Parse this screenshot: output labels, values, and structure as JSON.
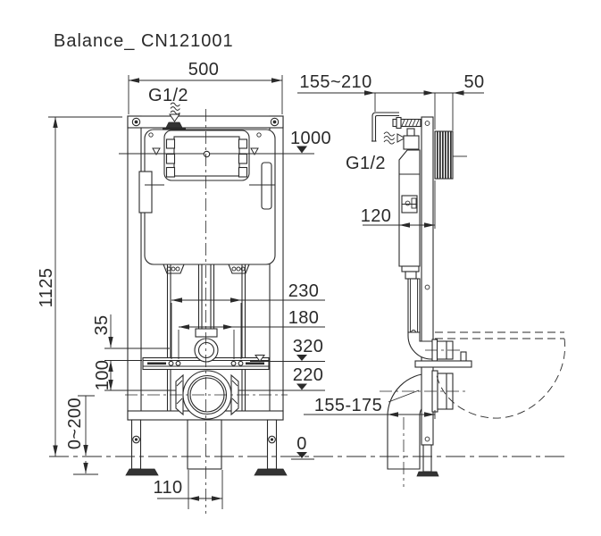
{
  "title": "Balance_ CN121001",
  "colors": {
    "line": "#2a2a2a",
    "background": "#ffffff",
    "dark_fill": "#333333"
  },
  "labels": {
    "front": {
      "width": "500",
      "inlet_thread": "G1/2",
      "plate_height": "1000",
      "frame_height": "1125",
      "rail_offset": "35",
      "fixing_offset": "100",
      "leg_adjust_range": "0~200",
      "fixing_span_outer": "230",
      "fixing_span_inner": "180",
      "rail_height": "320",
      "fixing_height": "220",
      "floor_level": "0",
      "duct_width": "110"
    },
    "side": {
      "depth_adjust_range": "155~210",
      "wall_plate_depth": "50",
      "inlet_thread": "G1/2",
      "cistern_depth": "120",
      "outlet_depth_range": "155-175"
    }
  }
}
